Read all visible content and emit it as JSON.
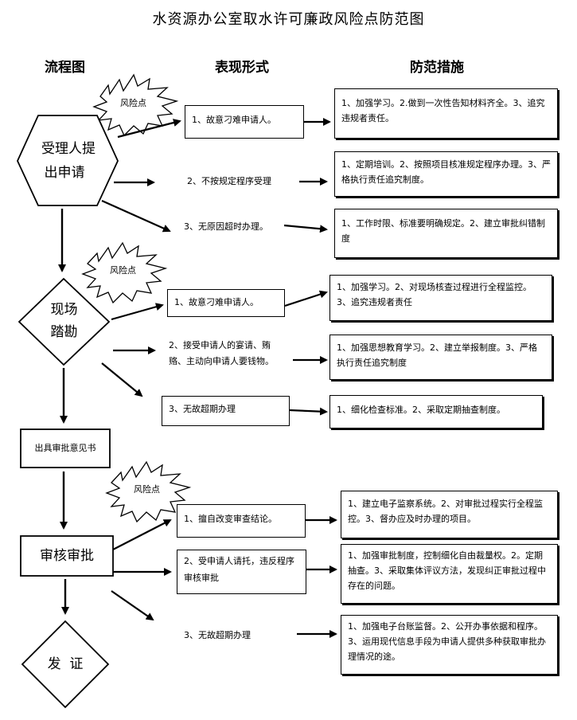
{
  "title": "水资源办公室取水许可廉政风险点防范图",
  "headers": {
    "flow": "流程图",
    "form": "表现形式",
    "measure": "防范措施"
  },
  "risk_label": "风险点",
  "flow": {
    "step1_line1": "受理人提",
    "step1_line2": "出申请",
    "step2_line1": "现场",
    "step2_line2": "踏勘",
    "step3": "出具审批意见书",
    "step4": "审核审批",
    "step5": "发  证"
  },
  "sections": [
    {
      "forms": [
        "1、故意刁难申请人。",
        "2、不按规定程序受理",
        "3、无原因超时办理。"
      ],
      "measures": [
        "1、加强学习。2.做到一次性告知材料齐全。3、追究违规者责任。",
        "1、定期培训。2、按照项目核准规定程序办理。3、严格执行责任追究制度。",
        "1、工作时限、标准要明确规定。2、建立审批纠错制度"
      ]
    },
    {
      "forms": [
        "1、故意刁难申请人。",
        "2、接受申请人的宴请、贿赂、主动向申请人要钱物。",
        "3、无故超期办理"
      ],
      "measures": [
        "1、加强学习。2、对现场核查过程进行全程监控。3、追究违规者责任",
        "1、加强思想教育学习。2、建立举报制度。3、严格执行责任追究制度",
        "1、细化检查标准。2、采取定期抽查制度。"
      ]
    },
    {
      "forms": [
        "1、擅自改变审查结论。",
        "2、受申请人请托，违反程序审核审批",
        "3、无故超期办理"
      ],
      "measures": [
        "1、建立电子监察系统。2、对审批过程实行全程监控。3、督办应及时办理的项目。",
        "1、加强审批制度，控制细化自由裁量权。2。定期抽查。3、采取集体评议方法，发现纠正审批过程中存在的问题。",
        "1、加强电子台账监督。2、公开办事依据和程序。3、运用现代信息手段为申请人提供多种获取审批办理情况的途。"
      ]
    }
  ]
}
